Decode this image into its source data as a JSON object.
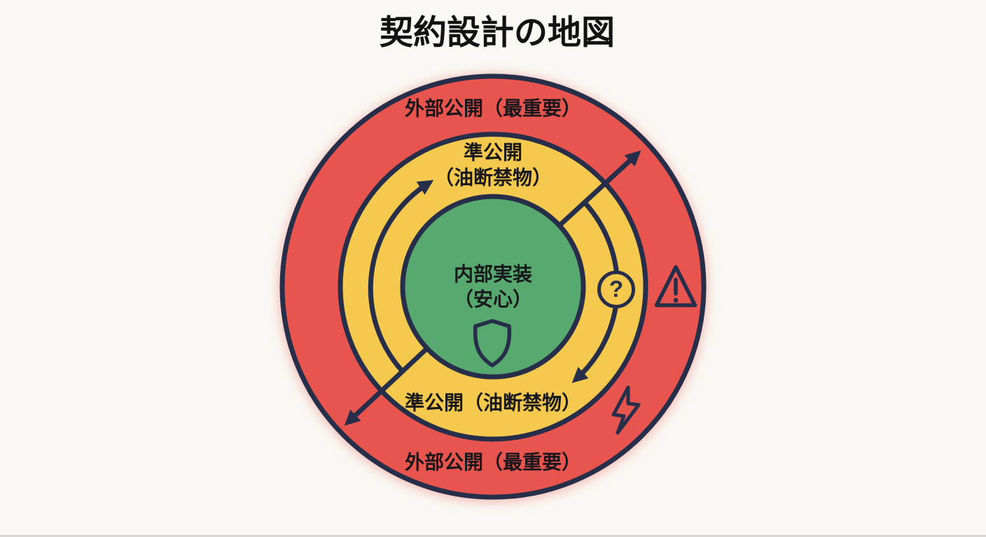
{
  "page": {
    "title": "契約設計の地図"
  },
  "diagram": {
    "type": "concentric-rings-map",
    "rings": [
      {
        "name": "external-public",
        "color": "#e8544e",
        "label_top": "外部公開（最重要）",
        "label_bottom": "外部公開（最重要）"
      },
      {
        "name": "semi-public",
        "color": "#f4c94e",
        "label_top_line1": "準公開",
        "label_top_line2": "（油断禁物）",
        "label_bottom": "準公開（油断禁物）"
      },
      {
        "name": "internal-implementation",
        "color": "#57a96f",
        "label_line1": "内部実装",
        "label_line2": "（安心）"
      }
    ],
    "badges": {
      "question_glyph": "?"
    },
    "icons": {
      "shield": "shield-outline",
      "question": "question-mark-in-circle",
      "warning": "warning-triangle-exclamation",
      "lightning": "lightning-bolt-outline",
      "arrows": "diagonal-double-arrow-and-clockwise-ring-arrows"
    },
    "colors": {
      "outline": "#272e4a",
      "background": "#faf8f3",
      "glow": "#f0a8a3",
      "red": "#e8544e",
      "yellow": "#f4c94e",
      "green": "#57a96f",
      "text": "#17171c"
    }
  }
}
